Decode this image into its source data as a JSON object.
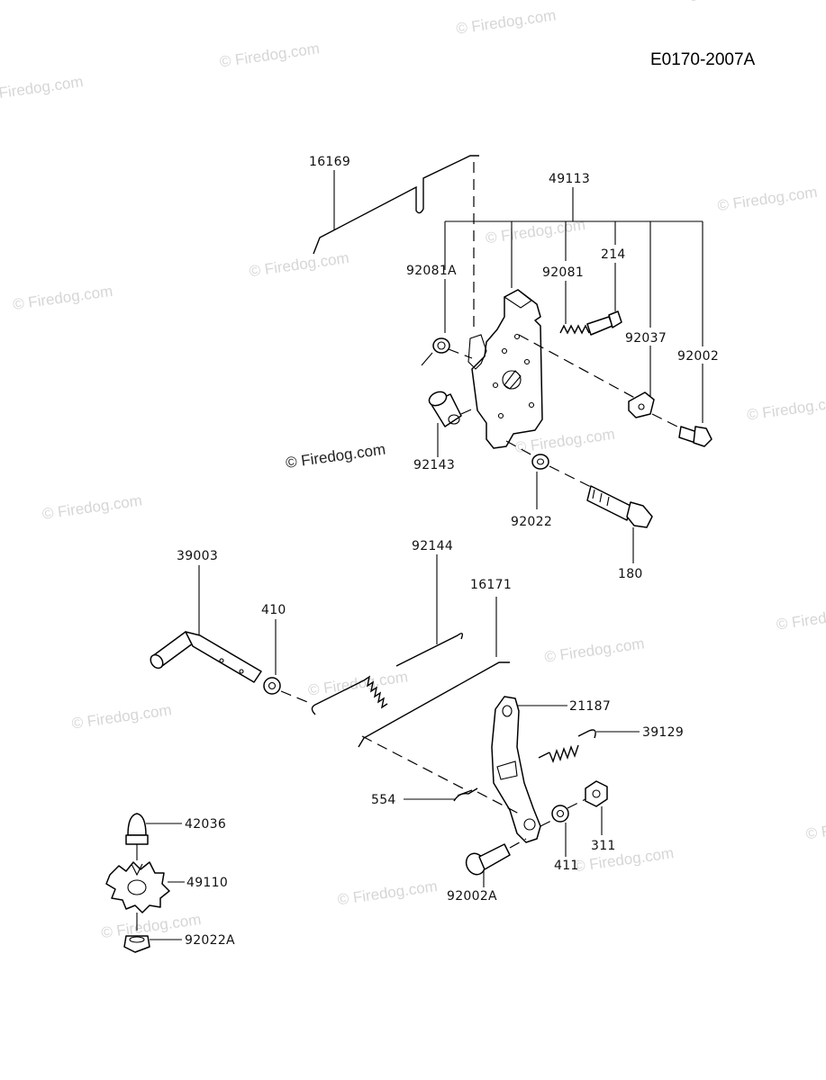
{
  "diagram_code": "E0170-2007A",
  "watermark": "© Firedog.com",
  "labels": {
    "p16169": "16169",
    "p49113": "49113",
    "p92081A": "92081A",
    "p92081": "92081",
    "p214": "214",
    "p92037": "92037",
    "p92002": "92002",
    "p92143": "92143",
    "p92022": "92022",
    "p180": "180",
    "p39003": "39003",
    "p410": "410",
    "p92144": "92144",
    "p16171": "16171",
    "p21187": "21187",
    "p39129": "39129",
    "p554": "554",
    "p411": "411",
    "p311": "311",
    "p92002A": "92002A",
    "p42036": "42036",
    "p49110": "49110",
    "p92022A": "92022A"
  }
}
